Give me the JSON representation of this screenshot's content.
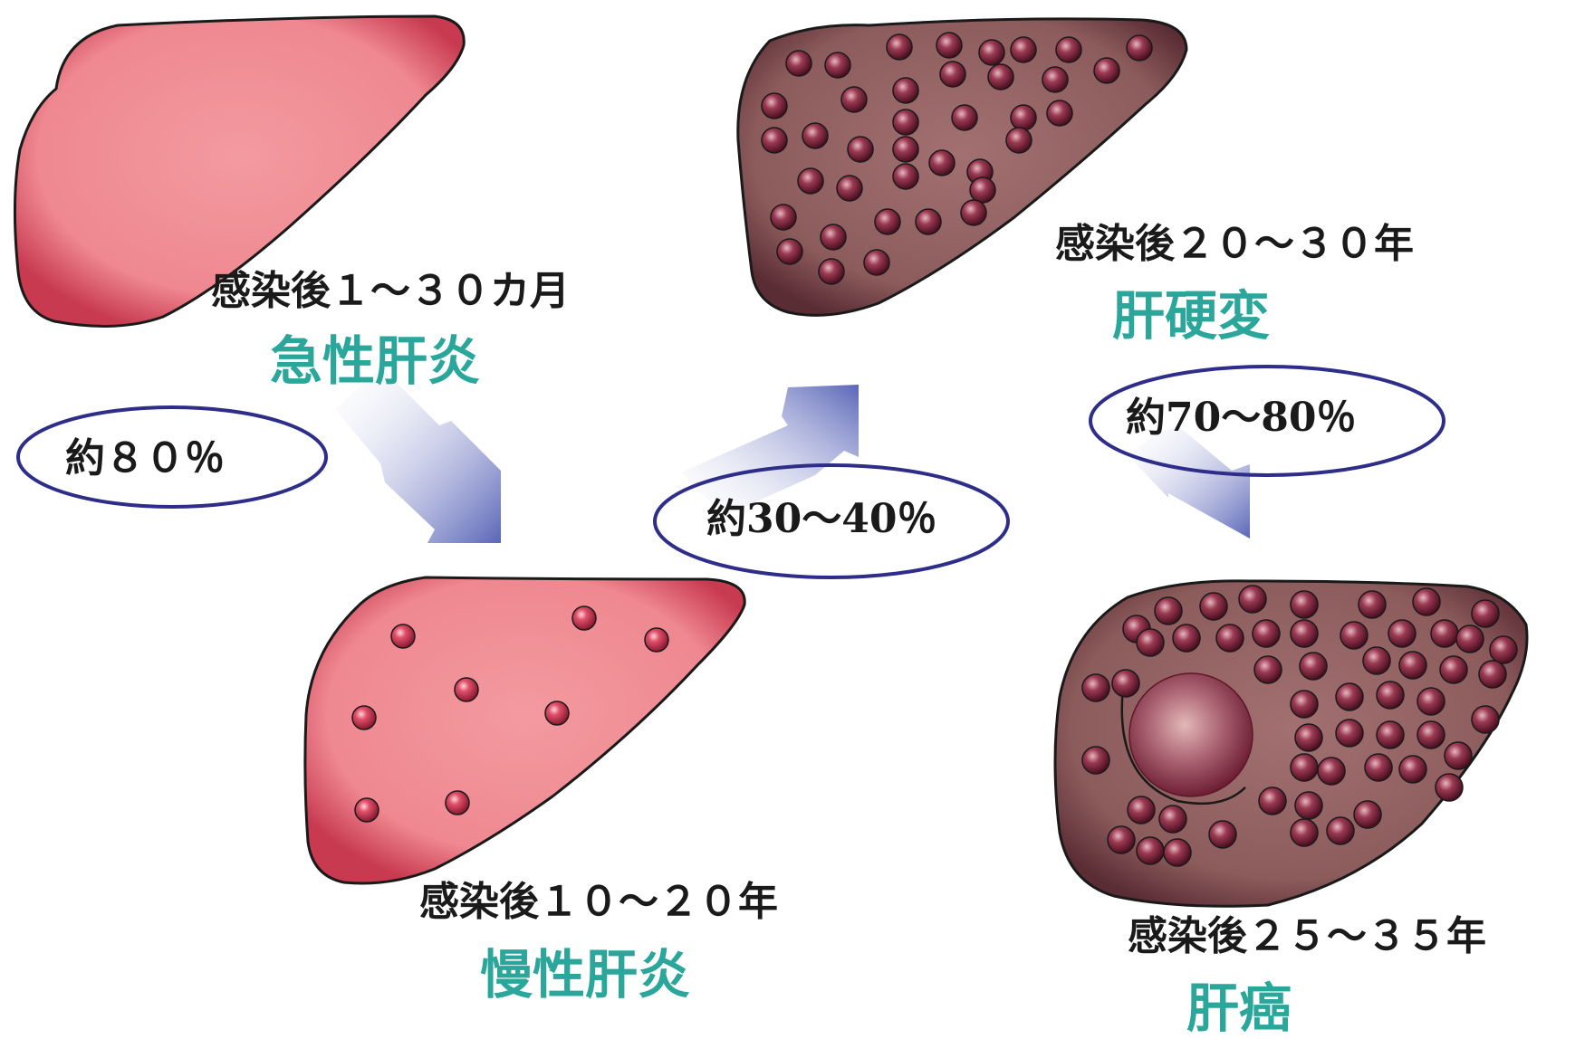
{
  "stages": {
    "acute": {
      "period": "感染後１～３０カ月",
      "name": "急性肝炎"
    },
    "chronic": {
      "period": "感染後１０～２０年",
      "name": "慢性肝炎"
    },
    "cirrhosis": {
      "period": "感染後２０～３０年",
      "name": "肝硬変"
    },
    "cancer": {
      "period": "感染後２５～３５年",
      "name": "肝癌"
    }
  },
  "transitions": {
    "acute_to_chronic": "約８０％",
    "chronic_to_cirrhosis": "約30～40％",
    "cirrhosis_to_cancer": "約70～80％"
  },
  "colors": {
    "healthy_liver": "#f08a8f",
    "healthy_liver_edge": "#d44a58",
    "diseased_liver": "#8a5a5a",
    "diseased_liver_edge": "#5e3838",
    "nodule": "#b02040",
    "stage_name_text": "#2aa69a",
    "ellipse_stroke": "#2e2e8a",
    "arrow": "#5a66b8"
  }
}
